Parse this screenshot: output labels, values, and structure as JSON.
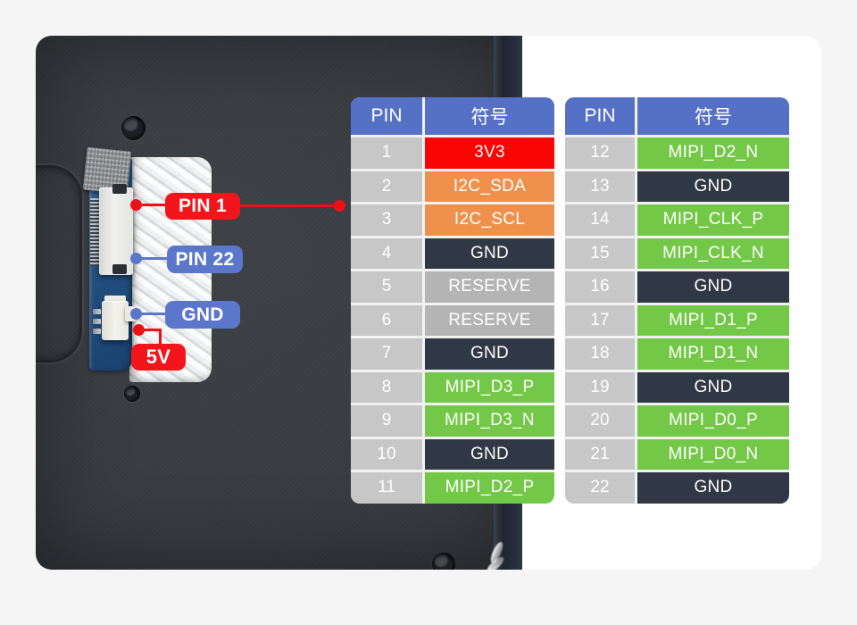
{
  "colors": {
    "header": "#5571c5",
    "pin_bg": "#c7c7c7",
    "red": "#fb0404",
    "orange": "#ef914d",
    "dark": "#313845",
    "gray": "#b4b4b4",
    "green": "#74c847",
    "label_red": "#f2151b",
    "label_blue": "#5b77cb",
    "accent_line_red": "#ea1216"
  },
  "photo": {
    "labels": [
      {
        "text": "PIN 1",
        "variant": "red"
      },
      {
        "text": "PIN 22",
        "variant": "blue"
      },
      {
        "text": "GND",
        "variant": "blue"
      },
      {
        "text": "5V",
        "variant": "red"
      }
    ]
  },
  "tables": [
    {
      "headers": [
        "PIN",
        "符号"
      ],
      "rows": [
        {
          "pin": "1",
          "symbol": "3V3",
          "color": "red"
        },
        {
          "pin": "2",
          "symbol": "I2C_SDA",
          "color": "orange"
        },
        {
          "pin": "3",
          "symbol": "I2C_SCL",
          "color": "orange"
        },
        {
          "pin": "4",
          "symbol": "GND",
          "color": "dark"
        },
        {
          "pin": "5",
          "symbol": "RESERVE",
          "color": "gray"
        },
        {
          "pin": "6",
          "symbol": "RESERVE",
          "color": "gray"
        },
        {
          "pin": "7",
          "symbol": "GND",
          "color": "dark"
        },
        {
          "pin": "8",
          "symbol": "MIPI_D3_P",
          "color": "green"
        },
        {
          "pin": "9",
          "symbol": "MIPI_D3_N",
          "color": "green"
        },
        {
          "pin": "10",
          "symbol": "GND",
          "color": "dark"
        },
        {
          "pin": "11",
          "symbol": "MIPI_D2_P",
          "color": "green"
        }
      ]
    },
    {
      "headers": [
        "PIN",
        "符号"
      ],
      "rows": [
        {
          "pin": "12",
          "symbol": "MIPI_D2_N",
          "color": "green"
        },
        {
          "pin": "13",
          "symbol": "GND",
          "color": "dark"
        },
        {
          "pin": "14",
          "symbol": "MIPI_CLK_P",
          "color": "green"
        },
        {
          "pin": "15",
          "symbol": "MIPI_CLK_N",
          "color": "green"
        },
        {
          "pin": "16",
          "symbol": "GND",
          "color": "dark"
        },
        {
          "pin": "17",
          "symbol": "MIPI_D1_P",
          "color": "green"
        },
        {
          "pin": "18",
          "symbol": "MIPI_D1_N",
          "color": "green"
        },
        {
          "pin": "19",
          "symbol": "GND",
          "color": "dark"
        },
        {
          "pin": "20",
          "symbol": "MIPI_D0_P",
          "color": "green"
        },
        {
          "pin": "21",
          "symbol": "MIPI_D0_N",
          "color": "green"
        },
        {
          "pin": "22",
          "symbol": "GND",
          "color": "dark"
        }
      ]
    }
  ]
}
